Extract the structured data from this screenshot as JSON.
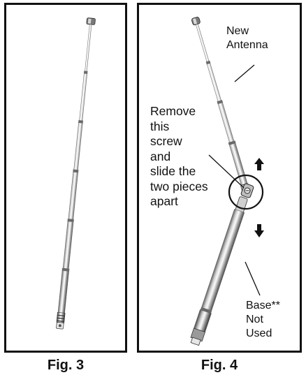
{
  "figures": [
    {
      "caption": "Fig. 3"
    },
    {
      "caption": "Fig. 4",
      "labels": {
        "new_antenna": [
          "New",
          "Antenna"
        ],
        "instruction": [
          "Remove",
          "this",
          "screw",
          "and",
          "slide the",
          "two pieces",
          "apart"
        ],
        "base": [
          "Base**",
          "Not",
          "Used"
        ]
      }
    }
  ]
}
